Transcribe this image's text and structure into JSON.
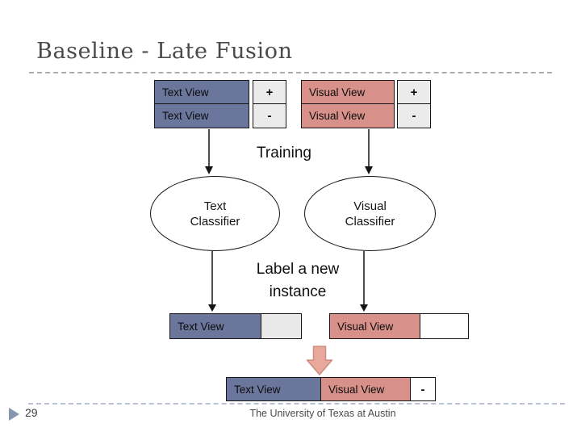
{
  "slide": {
    "title": "Baseline - Late Fusion"
  },
  "training_table": {
    "text_rows": [
      {
        "label": "Text View",
        "sign": "+"
      },
      {
        "label": "Text View",
        "sign": "-"
      }
    ],
    "visual_rows": [
      {
        "label": "Visual View",
        "sign": "+"
      },
      {
        "label": "Visual View",
        "sign": "-"
      }
    ]
  },
  "labels": {
    "training": "Training",
    "text_classifier": "Text Classifier",
    "visual_classifier": "Visual Classifier",
    "label_new_instance": "Label a new instance"
  },
  "test_row": {
    "text_view": "Text View",
    "visual_view": "Visual View"
  },
  "result_row": {
    "text_view": "Text View",
    "visual_view": "Visual View",
    "sign": "-"
  },
  "footer": {
    "page_number": "29",
    "institution": "The University of Texas at Austin"
  },
  "colors": {
    "text_view_fill": "#6a769b",
    "visual_view_fill": "#d8918a",
    "sign_cell_fill": "#ebebeb",
    "empty_test_cell_fill": "#e9e9e9",
    "block_arrow_fill": "#e9a89c",
    "block_arrow_stroke": "#cf8d81",
    "title_text": "#4a4a4a",
    "page_bullet": "#8796b0"
  }
}
